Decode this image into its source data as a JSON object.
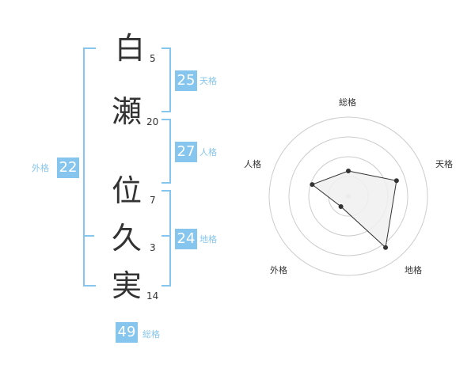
{
  "name": {
    "characters": [
      {
        "char": "白",
        "strokes": "5"
      },
      {
        "char": "瀬",
        "strokes": "20"
      },
      {
        "char": "位",
        "strokes": "7"
      },
      {
        "char": "久",
        "strokes": "3"
      },
      {
        "char": "実",
        "strokes": "14"
      }
    ]
  },
  "fortunes": {
    "tenkaku": {
      "value": "25",
      "label": "天格"
    },
    "jinkaku": {
      "value": "27",
      "label": "人格"
    },
    "chikaku": {
      "value": "24",
      "label": "地格"
    },
    "gaikaku": {
      "value": "22",
      "label": "外格"
    },
    "soukaku": {
      "value": "49",
      "label": "総格"
    }
  },
  "chart_data": {
    "type": "radar",
    "axes": [
      "総格",
      "天格",
      "地格",
      "外格",
      "人格"
    ],
    "values": [
      2,
      4,
      5,
      1,
      3
    ],
    "max": 5,
    "rings": 4,
    "colors": {
      "fill": "#f0f0f0",
      "line": "#333333",
      "grid": "#cccccc",
      "point": "#333333"
    }
  },
  "colors": {
    "accent": "#86c6ee"
  }
}
